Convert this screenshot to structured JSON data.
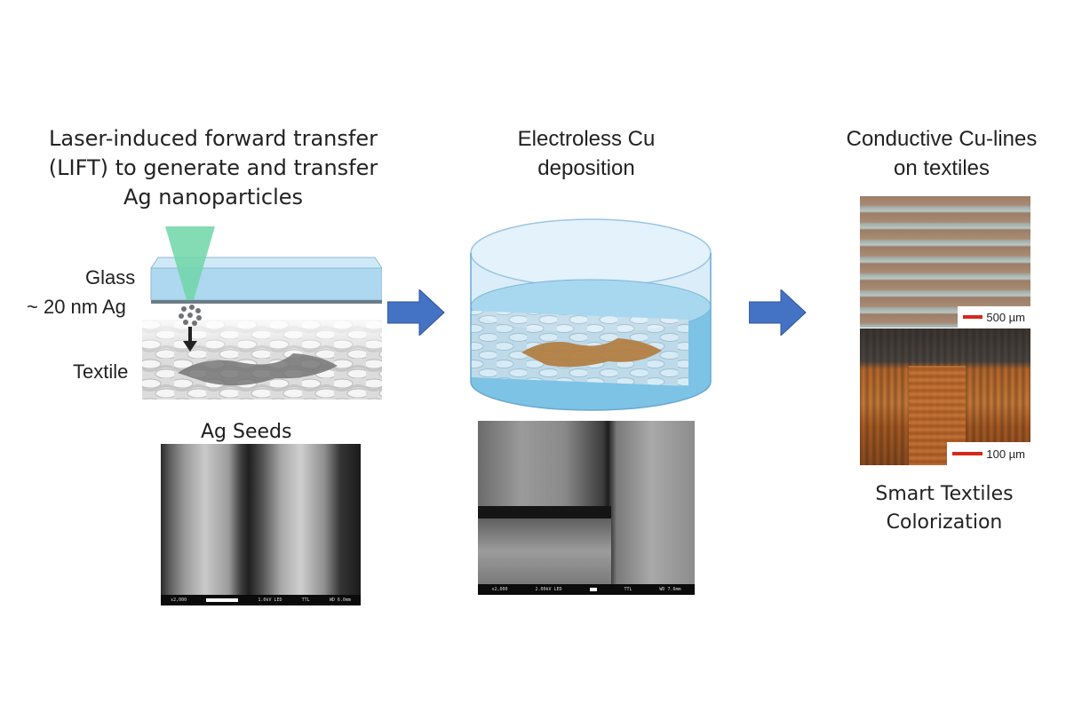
{
  "titles": {
    "lift": [
      "Laser-induced forward transfer",
      "(LIFT) to generate and transfer",
      "Ag nanoparticles"
    ],
    "electroless": [
      "Electroless Cu",
      "deposition"
    ],
    "conductive": [
      "Conductive Cu-lines",
      "on textiles"
    ]
  },
  "labels": {
    "glass": "Glass",
    "silver": "~ 20 nm Ag",
    "textile": "Textile",
    "ag_seeds": "Ag Seeds"
  },
  "scale_bars": {
    "top": "500 µm",
    "bottom": "100 µm"
  },
  "applications": [
    "Smart Textiles",
    "Colorization"
  ],
  "colors": {
    "arrow": "#4472c4",
    "glass": "#aed8ef",
    "laser": "#6fd6a8",
    "copper": "#b37a3c",
    "liquid": "#7cc3e6"
  }
}
